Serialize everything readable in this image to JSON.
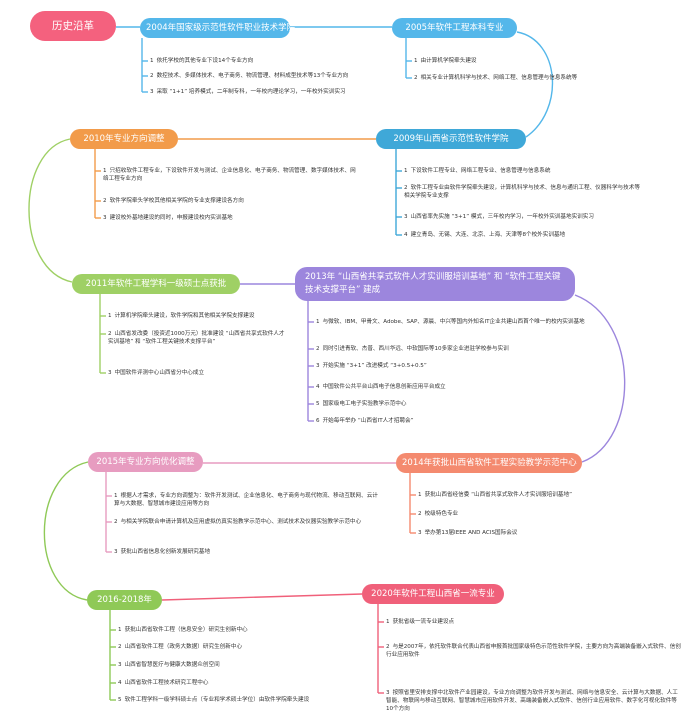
{
  "root": "历史沿革",
  "colors": {
    "root": "#f4617e",
    "blue": "#54b7ea",
    "orange": "#f29b4a",
    "teal": "#3fa8d8",
    "green": "#9fd065",
    "purple": "#9c86dd",
    "pink": "#e79cc0",
    "salmon": "#f48a6f",
    "lime": "#8fc957",
    "rose": "#f0607a"
  },
  "sections": [
    {
      "title": "2004年国家级示范性软件职业技术学院",
      "items": [
        "依托学校的其他专业下设14个专业方向",
        "数控技术、多媒体技术、电子商务、物流管理、材料成型技术等13个专业方向",
        "采取 “1+1” 培养模式，二年制专科，一年校内理论学习，一年校外实训实习"
      ]
    },
    {
      "title": "2005年软件工程本科专业",
      "items": [
        "由计算机学院牵头建设",
        "相关专业计算机科学与技术、网络工程、信息管理与信息系统等"
      ]
    },
    {
      "title": "2010年专业方向调整",
      "items": [
        "只招收软件工程专业，下设软件开发与测试、企业信息化、电子商务、物流管理、数字媒体技术、网络工程专业方向",
        "软件学院牵头学校其他相关学院的专业支撑建设各方向",
        "建设校外基地建设的同时，申报建设校内实训基地"
      ]
    },
    {
      "title": "2009年山西省示范性软件学院",
      "items": [
        "下设软件工程专业、网络工程专业、信息管理与信息系统",
        "软件工程专业由软件学院牵头建设，计算机科学与技术、信息与通讯工程、仪器科学与技术等相关学院专业支撑",
        "山西省率先实施 “3+1” 模式，三年校内学习，一年校外实训基地实训实习",
        "建立青岛、无锡、大连、北京、上海、天津等8个校外实训基地"
      ]
    },
    {
      "title": "2011年软件工程学科一级硕士点获批",
      "items": [
        "计算机学院牵头建设，软件学院和其他相关学院支撑建设",
        "山西省发改委（投资近1000万元）批准建设 “山西省共享式软件人才实训基地” 和 “软件工程关键技术支撑平台”",
        "中国软件评测中心山西省分中心成立"
      ]
    },
    {
      "title": "2013年 “山西省共享式软件人才实训服培训基地” 和 “软件工程关键技术支撑平台” 建成",
      "items": [
        "与微软、IBM、甲骨文、Adobe、SAP、源晨、中兴等国内外知名IT企业共建山西首个唯一的校内实训基地",
        "同时引进青软、杰普、西川华远、中软国际等10多家企业进驻学校参与实训",
        "开始实施 “3+1” 改进模式 “3+0.5+0.5”",
        "中国软件公共平台山西电子信息创新应用平台成立",
        "国家级电工电子实验教学示范中心",
        "开始每年举办 “山西省IT人才招聘会”"
      ]
    },
    {
      "title": "2015年专业方向优化调整",
      "items": [
        "根据人才需求，专业方向调整为：软件开发测试、企业信息化、电子商务与现代物流、移动互联网、云计算与大数据、智慧城市建设应用等方向",
        "与相关学院联合申请计算机及应用虚拟仿真实验教学示范中心、测试技术及仪器实验教学示范中心",
        "获批山西省信息化创新发展研究基地"
      ]
    },
    {
      "title": "2014年获批山西省软件工程实验教学示范中心",
      "items": [
        "获批山西省经信委 “山西省共享式软件人才实训服培训基地”",
        "校级特色专业",
        "举办第13届IEEE AND ACIS国际会议"
      ]
    },
    {
      "title": "2016-2018年",
      "items": [
        "获批山西省软件工程（信息安全）研究生创新中心",
        "山西省软件工程（政务大数据）研究生创新中心",
        "山西省智慧医疗与健康大数据众创空间",
        "山西省软件工程技术研究工程中心",
        "软件工程学科一级学科硕士点（专业和学术硕士学位）由软件学院牵头建设"
      ]
    },
    {
      "title": "2020年软件工程山西省一流专业",
      "items": [
        "获批省级一流专业建设点",
        "与是2007年，依托软件联合代表山西省申报首批国家级特色示范性软件学院，主要方向为高端装备嵌入式软件、信创行业应用软件",
        "按照省里安排支撑中北软件产业园建设，专业方向调整为软件开发与测试、网络与信息安全、云计算与大数据、人工智能、物联网与移动互联网、智慧城市应用软件开发、高端装备嵌入式软件、信创行业应用软件、数字化可视化软件等10个方向"
      ]
    }
  ]
}
